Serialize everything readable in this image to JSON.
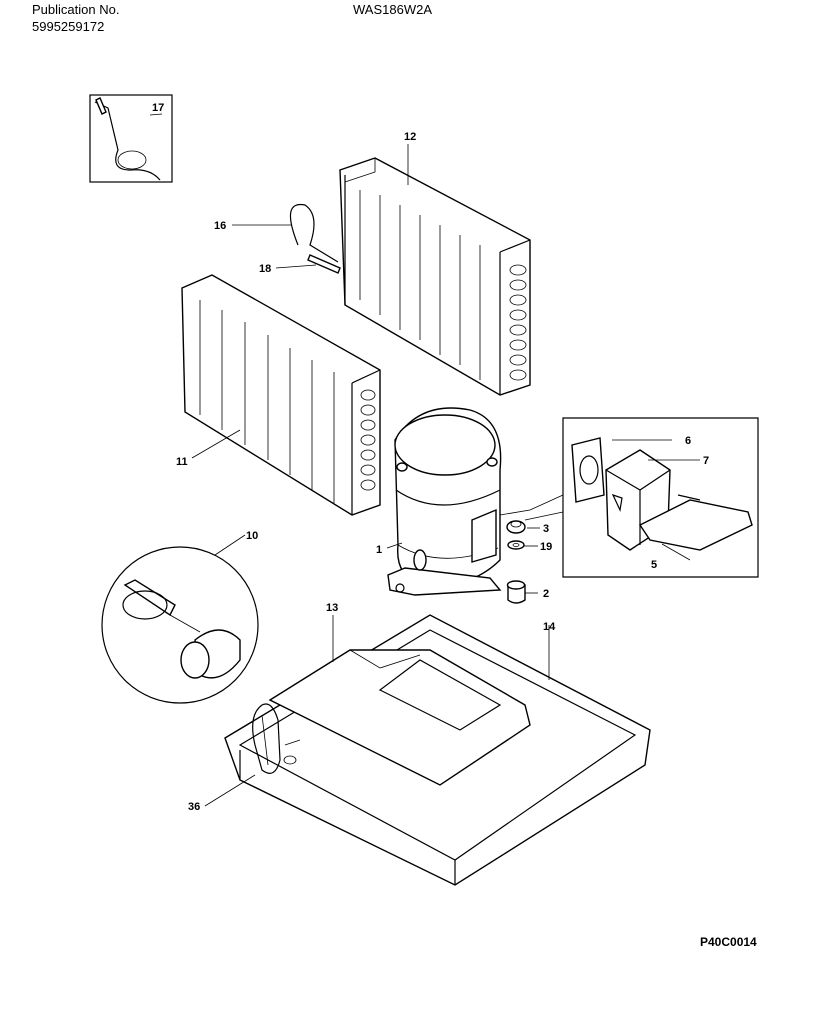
{
  "header": {
    "publication_label": "Publication No.",
    "publication_number": "5995259172",
    "model": "WAS186W2A"
  },
  "footer": {
    "drawing_code": "P40C0014"
  },
  "callouts": {
    "c1": "1",
    "c2": "2",
    "c3": "3",
    "c5": "5",
    "c6": "6",
    "c7": "7",
    "c10": "10",
    "c11": "11",
    "c12": "12",
    "c13": "13",
    "c14": "14",
    "c16": "16",
    "c17": "17",
    "c18": "18",
    "c19": "19",
    "c36": "36"
  }
}
